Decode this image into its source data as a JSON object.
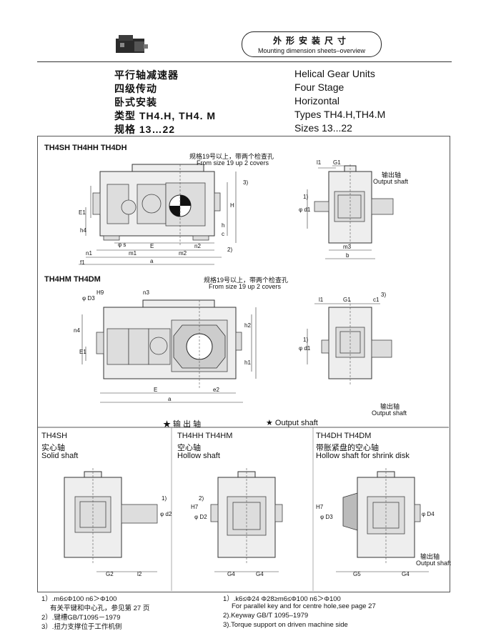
{
  "header": {
    "title_cn": "外形安装尺寸",
    "title_en": "Mounting dimension sheets–overview"
  },
  "spec": {
    "cn": [
      "平行轴减速器",
      "四级传动",
      "卧式安装",
      "类型 TH4.H, TH4. M",
      "规格 13…22"
    ],
    "en": [
      "Helical Gear Units",
      "Four Stage",
      "Horizontal",
      "Types TH4.H,TH4.M",
      "Sizes 13...22"
    ]
  },
  "section1": {
    "label": "TH4SH  TH4HH  TH4DH",
    "note_cn": "规格19号以上，带两个检查孔",
    "note_en": "From size 19 up 2 covers",
    "output_cn": "输出轴",
    "output_en": "Output shaft"
  },
  "section2": {
    "label": "TH4HM  TH4DM",
    "note_cn": "规格19号以上，带两个检查孔",
    "note_en": "From size 19 up 2 covers",
    "output_cn": "输出轴",
    "output_en": "Output shaft"
  },
  "shaft_bar": {
    "cn": "★  输  出  轴",
    "en": "★  Output shaft"
  },
  "variants": [
    {
      "code": "TH4SH",
      "cn": "实心轴",
      "en": "Solid shaft"
    },
    {
      "code": "TH4HH   TH4HM",
      "cn": "空心轴",
      "en": "Hollow shaft"
    },
    {
      "code": "TH4DH   TH4DM",
      "cn": "带胀紧盘的空心轴",
      "en": "Hollow shaft for shrink disk"
    }
  ],
  "variant3_output": {
    "cn": "输出轴",
    "en": "Output shaft"
  },
  "footnotes_left": [
    "1）.m6≤Φ100   n6＞Φ100",
    "有关平键和中心孔，参见第 27 页",
    "2）.键槽GB/T1095－1979",
    "3）.扭力支撑位于工作机侧"
  ],
  "footnotes_right": [
    "1）.k6≤Φ24   Φ28≥m6≤Φ100   n6＞Φ100",
    "For parallel key and for centre hole,see page 27",
    "2).Keyway GB/T 1095–1979",
    "3).Torque support on driven machine side"
  ],
  "dims": {
    "s1": [
      "E1",
      "h4",
      "φ s",
      "E",
      "m1",
      "m2",
      "n2",
      "n1",
      "a",
      "f1",
      "H",
      "h",
      "c",
      "l1",
      "G1",
      "φ d1",
      "m3",
      "b",
      "1)",
      "2)",
      "3)"
    ],
    "s2": [
      "φ D3",
      "H9",
      "n3",
      "n4",
      "E1",
      "h2",
      "h1",
      "E",
      "e2",
      "a",
      "l1",
      "G1",
      "c1",
      "φ d1",
      "3)",
      "1)"
    ],
    "s3": [
      "1)",
      "φ d2",
      "G2",
      "l2",
      "2)",
      "H7",
      "φ D2",
      "G4",
      "G4",
      "H7",
      "φ D3",
      "φ D4",
      "G5",
      "G4"
    ]
  }
}
